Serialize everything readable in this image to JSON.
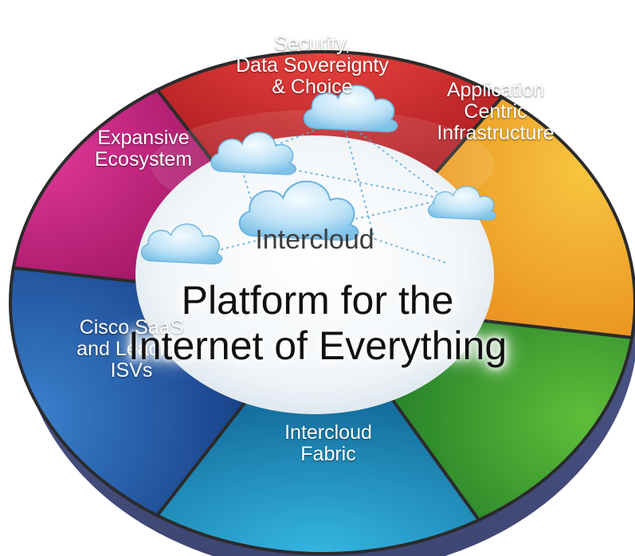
{
  "diagram": {
    "hub_label": "Intercloud",
    "headline": [
      "Platform for the",
      "Internet of Everything"
    ],
    "segments": [
      {
        "id": "security",
        "lines": [
          "Security,",
          "Data Sovereignty",
          "& Choice"
        ],
        "color": "#c8202a"
      },
      {
        "id": "aci",
        "lines": [
          "Application",
          "Centric",
          "Infrastructure"
        ],
        "color": "#f0a21b"
      },
      {
        "id": "green",
        "lines": [],
        "color": "#3a9b2f"
      },
      {
        "id": "fabric",
        "lines": [
          "Intercloud",
          "Fabric"
        ],
        "color": "#1f8fc2"
      },
      {
        "id": "saas",
        "lines": [
          "Cisco SaaS",
          "and Leading",
          "ISVs"
        ],
        "color": "#2a5ea8"
      },
      {
        "id": "ecosystem",
        "lines": [
          "Expansive",
          "Ecosystem"
        ],
        "color": "#c31d7c"
      }
    ]
  }
}
